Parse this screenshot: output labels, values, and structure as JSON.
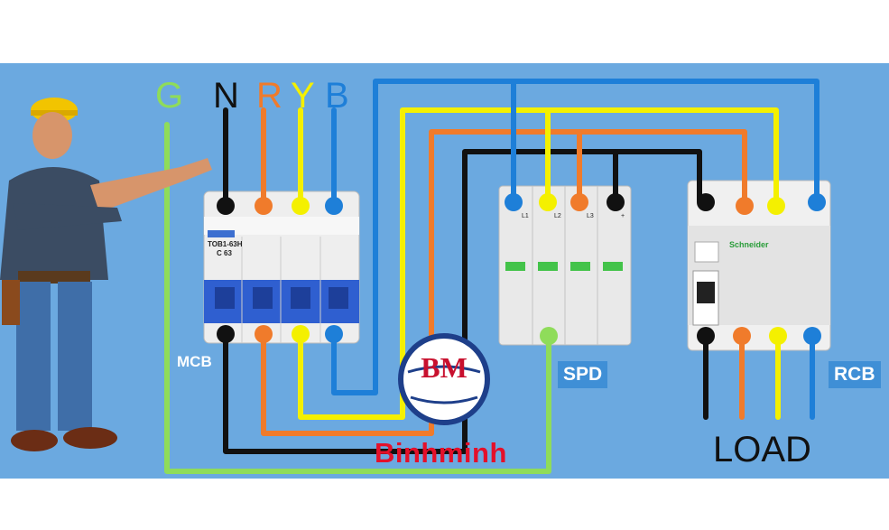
{
  "bus_labels": [
    {
      "text": "G",
      "color": "#8fdc5a"
    },
    {
      "text": "N",
      "color": "#111111"
    },
    {
      "text": "R",
      "color": "#f07b2b"
    },
    {
      "text": "Y",
      "color": "#f4f000"
    },
    {
      "text": "B",
      "color": "#1e7fd8"
    }
  ],
  "devices": {
    "mcb": {
      "label": "MCB",
      "model": "TOB1-63H",
      "rating": "C 63"
    },
    "spd": {
      "label": "SPD",
      "pole_labels": [
        "L1",
        "L2",
        "L3",
        "+"
      ]
    },
    "rcb": {
      "label": "RCB",
      "brand": "Schneider"
    }
  },
  "load_label": "LOAD",
  "logo": {
    "initials": "BM",
    "brand_text": "Binhminh"
  },
  "colors": {
    "background": "#6ba9e0",
    "ground": "#8fdc5a",
    "neutral": "#111111",
    "red_phase": "#f07b2b",
    "yellow_phase": "#f4f000",
    "blue_phase": "#1e7fd8",
    "logo_red": "#c8102e"
  },
  "icons": [
    "electrician-figure",
    "circuit-breaker-icon",
    "surge-protector-icon",
    "residual-current-breaker-icon"
  ]
}
